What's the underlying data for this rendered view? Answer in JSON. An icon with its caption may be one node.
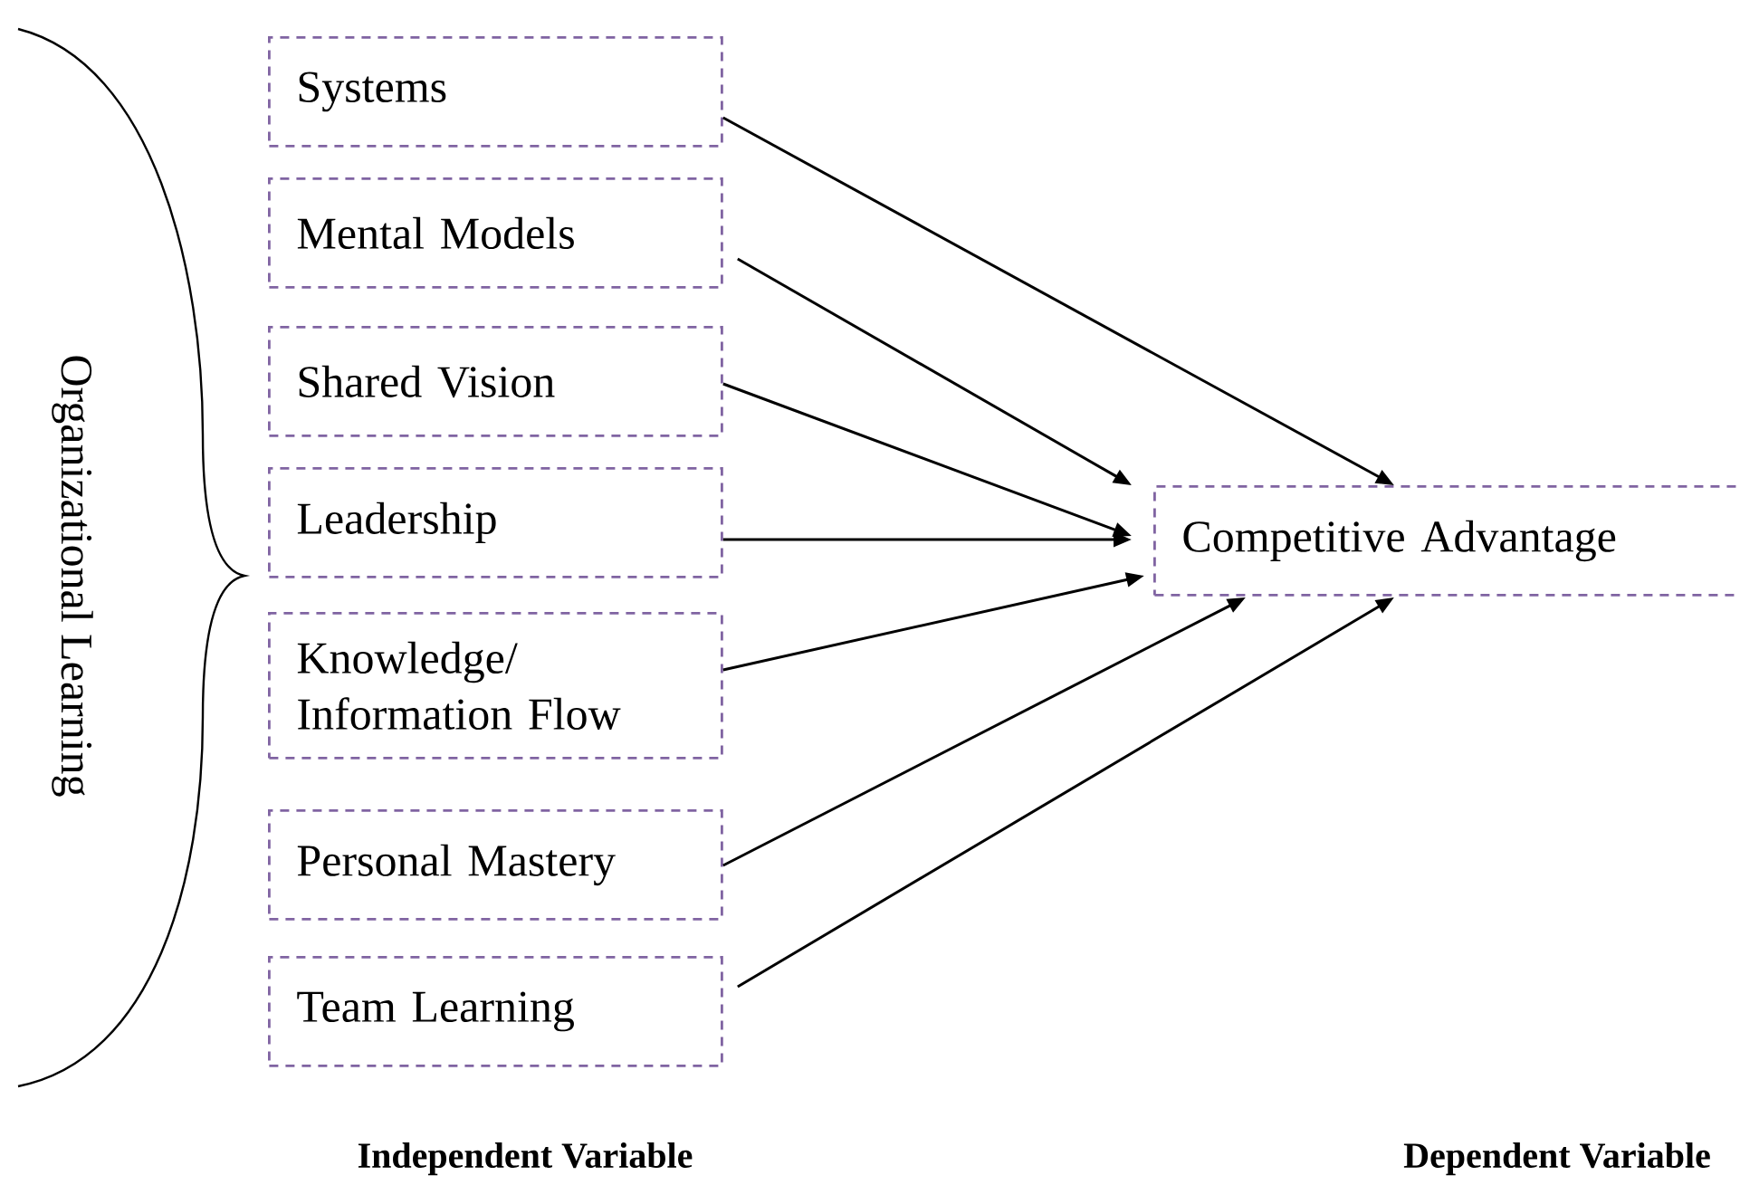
{
  "diagram": {
    "nodes": [
      {
        "text": [
          "Systems"
        ]
      },
      {
        "text": [
          "Mental Models"
        ]
      },
      {
        "text": [
          "Shared Vision"
        ]
      },
      {
        "text": [
          "Leadership"
        ]
      },
      {
        "text": [
          "Knowledge/ Information Flow"
        ]
      },
      {
        "text": [
          "Personal Mastery"
        ]
      },
      {
        "text": [
          "Team Learning"
        ]
      },
      {
        "text": [
          "Competitive Advantage"
        ]
      }
    ],
    "edges": [
      {
        "from": 0,
        "to": 7,
        "arrow": "to"
      },
      {
        "from": 1,
        "to": 7,
        "arrow": "to"
      },
      {
        "from": 2,
        "to": 7,
        "arrow": "to"
      },
      {
        "from": 3,
        "to": 7,
        "arrow": "to"
      },
      {
        "from": 4,
        "to": 7,
        "arrow": "to"
      },
      {
        "from": 5,
        "to": 7,
        "arrow": "to"
      },
      {
        "from": 6,
        "to": 7,
        "arrow": "to"
      }
    ],
    "labels": [
      "Organizational Learning",
      "Independent Variable",
      "Dependent Variable"
    ]
  }
}
